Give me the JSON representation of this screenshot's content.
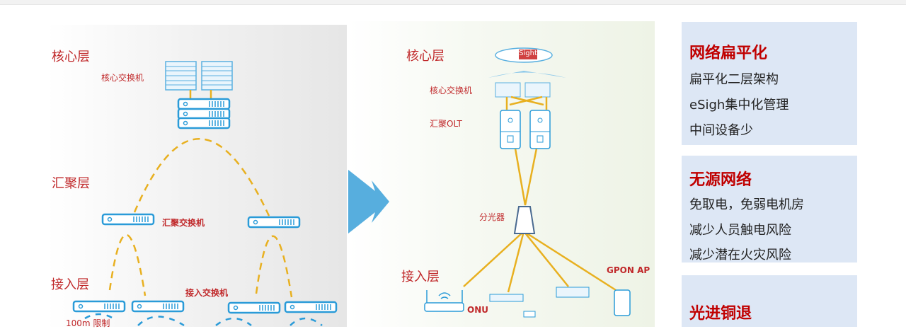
{
  "left": {
    "core_layer": "核心层",
    "core_switch": "核心交换机",
    "agg_layer": "汇聚层",
    "agg_switch": "汇聚交换机",
    "access_layer": "接入层",
    "access_switch": "接入交换机",
    "limit": "100m 限制"
  },
  "right": {
    "core_layer": "核心层",
    "esight": "eSight",
    "core_switch": "核心交换机",
    "agg_olt": "汇聚OLT",
    "splitter": "分光器",
    "access_layer": "接入层",
    "onu": "ONU",
    "gpon_ap": "GPON AP"
  },
  "boxes": [
    {
      "title": "网络扁平化",
      "items": [
        "扁平化二层架构",
        "eSigh集中化管理",
        "中间设备少"
      ]
    },
    {
      "title": "无源网络",
      "items": [
        "免取电，免弱电机房",
        "减少人员触电风险",
        "减少潜在火灾风险"
      ]
    },
    {
      "title": "光进铜退",
      "items": []
    }
  ],
  "colors": {
    "accent_red": "#c0282a",
    "device_blue": "#2a9bd8",
    "link_yellow": "#e8b020",
    "box_bg": "#dde7f5"
  }
}
